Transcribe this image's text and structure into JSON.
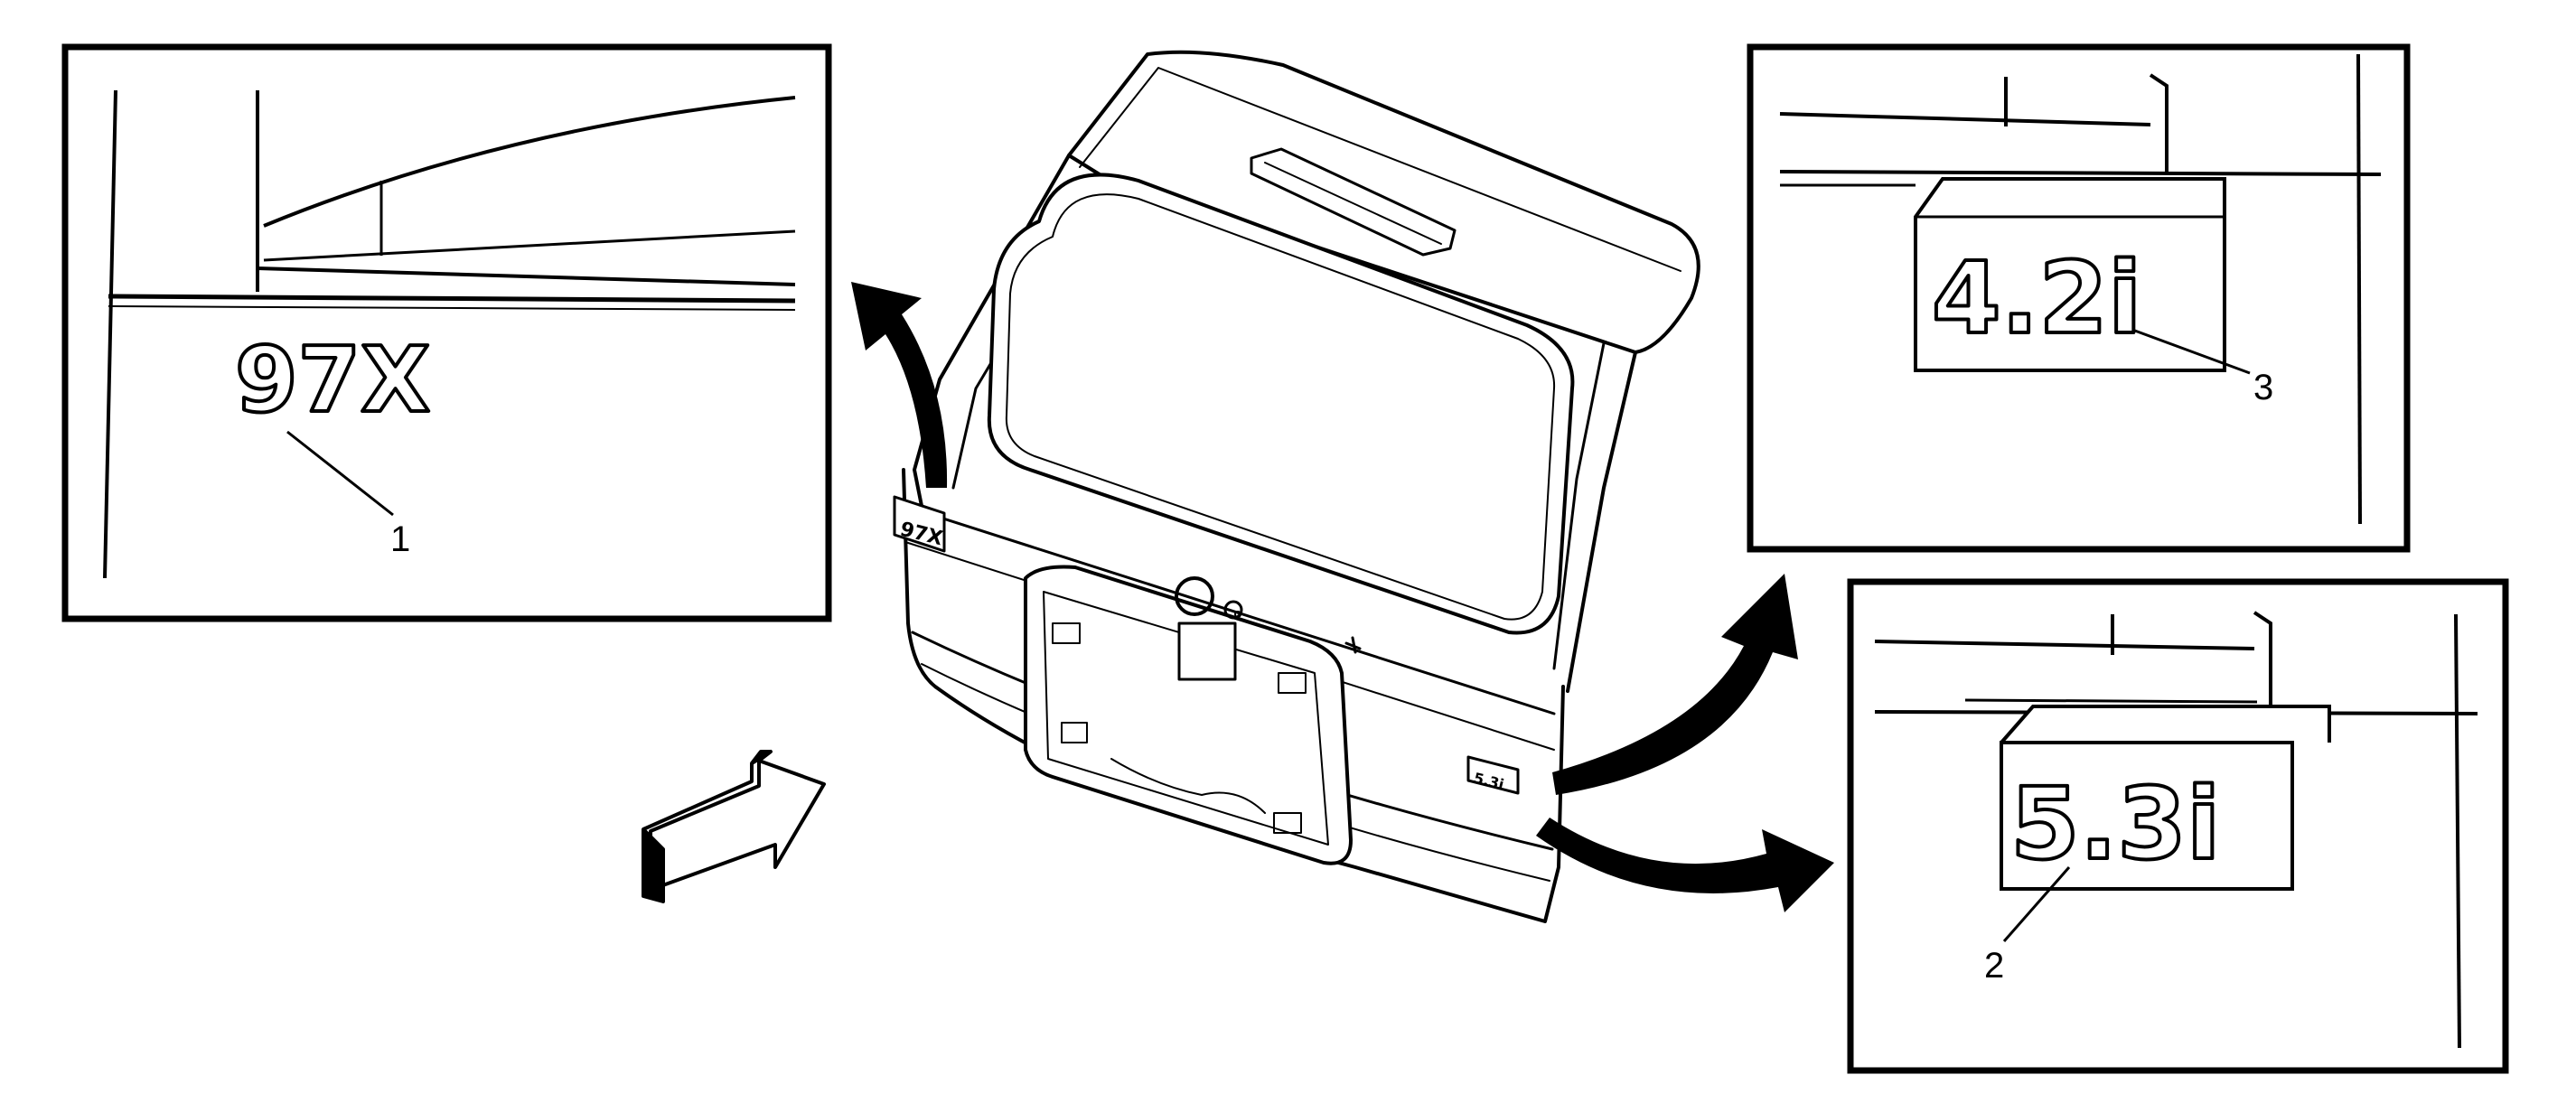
{
  "callouts": {
    "badge_97x": "1",
    "badge_53i": "2",
    "badge_42i": "3"
  },
  "emblems": {
    "badge_97x": "97X",
    "badge_42i": "4.2i",
    "badge_53i": "5.3i"
  },
  "colors": {
    "line": "#000000",
    "background": "#ffffff"
  }
}
